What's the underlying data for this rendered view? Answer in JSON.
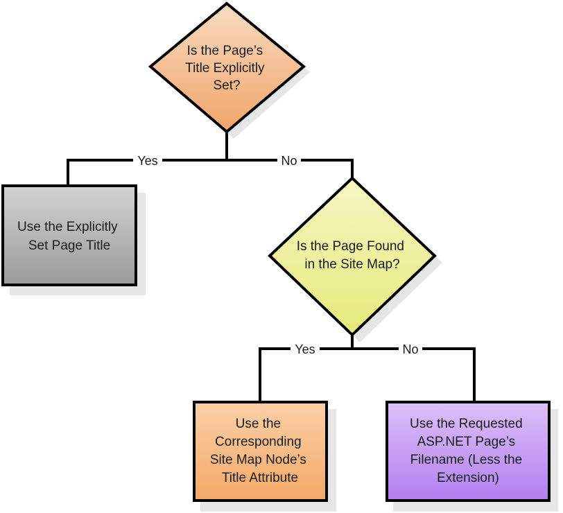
{
  "nodes": {
    "decision_title": {
      "lines": [
        "Is the Page’s",
        "Title Explicitly",
        "Set?"
      ]
    },
    "use_explicit_title": {
      "lines": [
        "Use the Explicitly",
        "Set Page Title"
      ]
    },
    "decision_sitemap": {
      "lines": [
        "Is the Page Found",
        "in the Site Map?"
      ]
    },
    "use_sitemap_title": {
      "lines": [
        "Use the",
        "Corresponding",
        "Site Map Node’s",
        "Title Attribute"
      ]
    },
    "use_filename": {
      "lines": [
        "Use the Requested",
        "ASP.NET Page’s",
        "Filename (Less the",
        "Extension)"
      ]
    }
  },
  "edges": {
    "title_yes": "Yes",
    "title_no": "No",
    "sitemap_yes": "Yes",
    "sitemap_no": "No"
  },
  "colors": {
    "decision_title_fill": "#f5c298",
    "use_explicit_title_fill": "#b4b4b4",
    "decision_sitemap_fill": "#f0f2a0",
    "use_sitemap_title_fill": "#f7b87e",
    "use_filename_fill": "#c69cf2"
  }
}
